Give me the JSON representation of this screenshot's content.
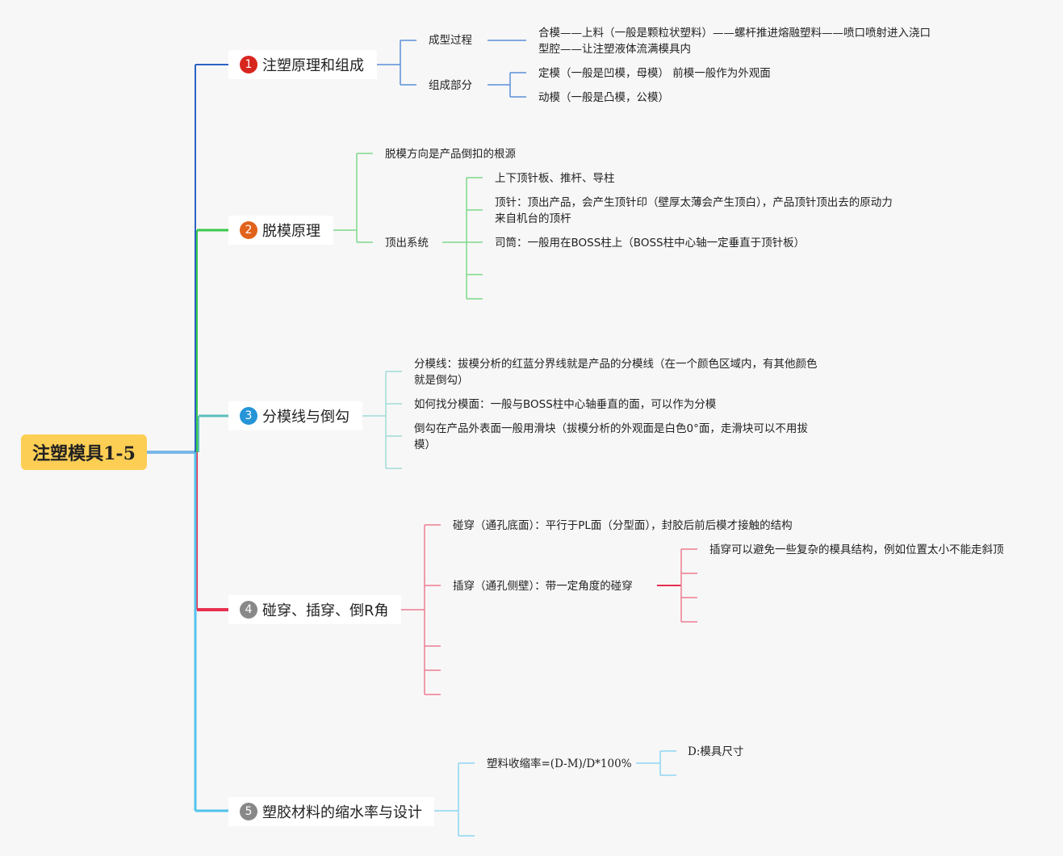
{
  "root": {
    "label": "注塑模具1-5"
  },
  "colors": {
    "b1": "#2a62c4",
    "b2": "#3ac74b",
    "b3": "#5bbfbd",
    "b4": "#e8304f",
    "b5": "#52c3ee",
    "badge1": "#d7261e",
    "badge2": "#e1621b",
    "badge3": "#2595d8",
    "badge4": "#888888",
    "badge5": "#888888"
  },
  "branches": [
    {
      "num": "1",
      "label": "注塑原理和组成"
    },
    {
      "num": "2",
      "label": "脱模原理"
    },
    {
      "num": "3",
      "label": "分模线与倒勾"
    },
    {
      "num": "4",
      "label": "碰穿、插穿、倒R角"
    },
    {
      "num": "5",
      "label": "塑胶材料的缩水率与设计"
    }
  ],
  "b1": {
    "forming": "成型过程",
    "forming_desc": "合模——上料（一般是颗粒状塑料）——螺杆推进熔融塑料——喷口喷射进入浇口型腔——让注塑液体流满模具内",
    "parts": "组成部分",
    "fixed_mold": "定模（一般是凹模，母模） 前模一般作为外观面",
    "moving_mold": "动模（一般是凸模，公模）"
  },
  "b2": {
    "direction": "脱模方向是产品倒扣的根源",
    "eject_system": "顶出系统",
    "eject_items": [
      "上下顶针板、推杆、导柱",
      "顶针：顶出产品，会产生顶针印（壁厚太薄会产生顶白），产品顶针顶出去的原动力来自机台的顶杆",
      "司筒：一般用在BOSS柱上（BOSS柱中心轴一定垂直于顶针板）"
    ]
  },
  "b3": {
    "items": [
      "分模线：拔模分析的红蓝分界线就是产品的分模线（在一个颜色区域内，有其他颜色就是倒勾）",
      "如何找分模面：一般与BOSS柱中心轴垂直的面，可以作为分模",
      "倒勾在产品外表面一般用滑块（拔模分析的外观面是白色0°面，走滑块可以不用拔模）"
    ]
  },
  "b4": {
    "bump": "碰穿（通孔底面）：平行于PL面（分型面），封胶后前后模才接触的结构",
    "insert": "插穿（通孔侧壁）：带一定角度的碰穿",
    "insert_note": "插穿可以避免一些复杂的模具结构，例如位置太小不能走斜顶"
  },
  "b5": {
    "formula": "塑料收缩率=(D-M)/D*100%",
    "d_def": "D:模具尺寸"
  }
}
